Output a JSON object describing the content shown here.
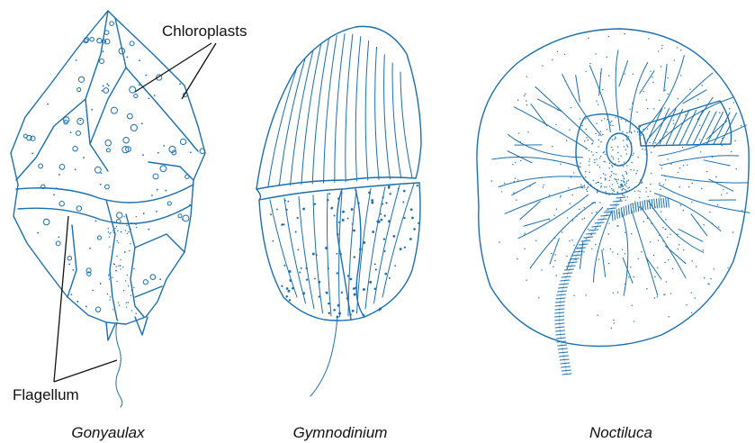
{
  "labels": {
    "chloroplasts": "Chloroplasts",
    "flagellum": "Flagellum"
  },
  "captions": {
    "gonyaulax": "Gonyaulax",
    "gymnodinium": "Gymnodinium",
    "noctiluca": "Noctiluca"
  },
  "colors": {
    "ink": "#1a6fb0",
    "label": "#111111"
  }
}
